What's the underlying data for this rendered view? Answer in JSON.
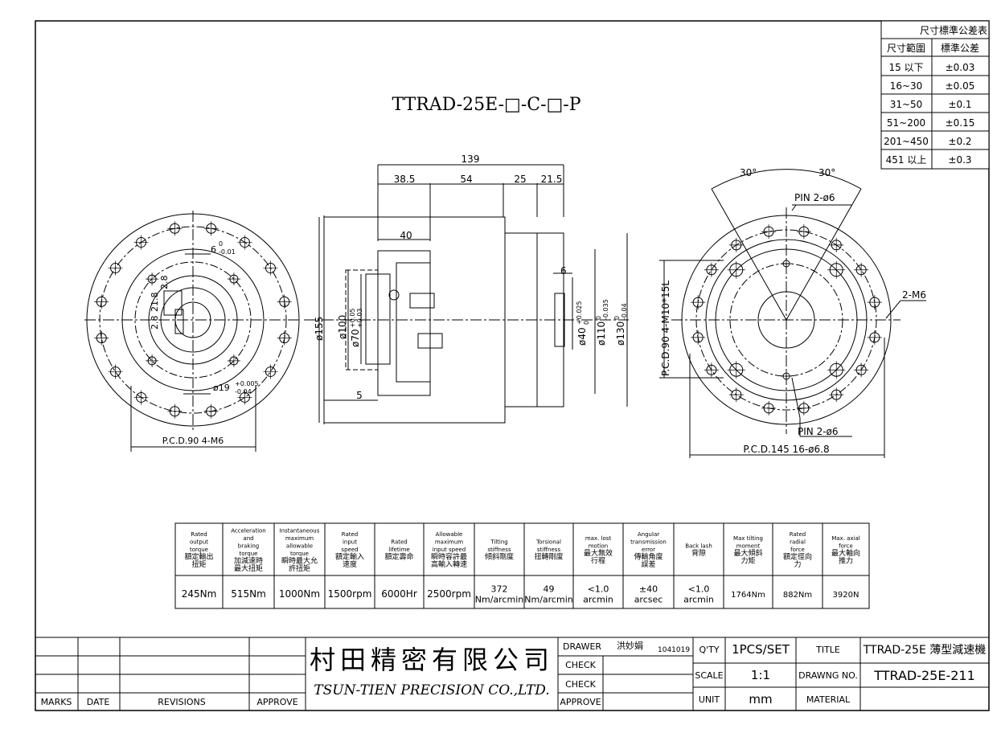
{
  "drawing_title": "TTRAD-25E-□-C-□-P",
  "tolerance_table": {
    "title": "尺寸標準公差表",
    "col1": "尺寸範圍",
    "col2": "標準公差",
    "rows": [
      {
        "range": "15 以下",
        "tol": "±0.03"
      },
      {
        "range": "16~30",
        "tol": "±0.05"
      },
      {
        "range": "31~50",
        "tol": "±0.1"
      },
      {
        "range": "51~200",
        "tol": "±0.15"
      },
      {
        "range": "201~450",
        "tol": "±0.2"
      },
      {
        "range": "451 以上",
        "tol": "±0.3"
      }
    ]
  },
  "dims": {
    "total_len": "139",
    "d385": "38.5",
    "d54": "54",
    "d25": "25",
    "d215": "21.5",
    "d40": "40",
    "d6b": "6",
    "d5": "5",
    "phi155": "ø155",
    "phi100": "ø100",
    "phi70": "ø70",
    "phi70_tol_up": "+0.05",
    "phi70_tol_dn": "+0.03",
    "phi40": "ø40",
    "phi40_tol_up": "+0.025",
    "phi40_tol_dn": "0",
    "phi110": "ø110",
    "phi110_tol_up": "0",
    "phi110_tol_dn": "-0.035",
    "phi130": "ø130",
    "phi130_tol_up": "0",
    "phi130_tol_dn": "-0.04",
    "key6": "6",
    "key6_tol_up": "0",
    "key6_tol_dn": "-0.01",
    "d28a": "2.8",
    "d28b": "2.8",
    "d28c": "21.8",
    "phi19": "ø19",
    "phi19_tol_up": "+0.005",
    "phi19_tol_dn": "-0.04",
    "pcd90_left": "P.C.D.90  4-M6",
    "angle1": "30°",
    "angle2": "30°",
    "pin_top": "PIN 2-ø6",
    "pin_bot": "PIN 2-ø6",
    "m6_right": "2-M6",
    "pcd90_right": "P.C.D.90  4-M10*15L",
    "pcd145": "P.C.D.145  16-ø6.8"
  },
  "spec_table": {
    "headers": [
      [
        "Rated",
        "output",
        "torque",
        "額定輸出",
        "扭矩"
      ],
      [
        "Acceleration",
        "and",
        "braking",
        "torque",
        "加減速時",
        "最大扭矩"
      ],
      [
        "Instantaneous",
        "maximum",
        "allowable",
        "torque",
        "瞬時最大允",
        "許扭矩"
      ],
      [
        "Rated",
        "input",
        "speed",
        "額定輸入",
        "速度"
      ],
      [
        "Rated",
        "lifetime",
        "額定壽命"
      ],
      [
        "Allowable",
        "maximum",
        "input speed",
        "瞬時容許最",
        "高輸入轉速"
      ],
      [
        "Tilting",
        "stiffness",
        "傾斜剛度"
      ],
      [
        "Torsional",
        "stiffness",
        "扭轉剛度"
      ],
      [
        "max. lost",
        "motion",
        "最大無效",
        "行程"
      ],
      [
        "Angular",
        "transmission",
        "error",
        "傳輸角度",
        "誤差"
      ],
      [
        "Back lash",
        "背隙"
      ],
      [
        "Max tilting",
        "moment",
        "最大傾斜",
        "力矩"
      ],
      [
        "Rated",
        "radial",
        "force",
        "額定徑向",
        "力"
      ],
      [
        "Max. axial",
        "force",
        "最大軸向",
        "推力"
      ]
    ],
    "values": [
      [
        "245Nm"
      ],
      [
        "515Nm"
      ],
      [
        "1000Nm"
      ],
      [
        "1500rpm"
      ],
      [
        "6000Hr"
      ],
      [
        "2500rpm"
      ],
      [
        "372",
        "Nm/arcmin"
      ],
      [
        "49",
        "Nm/arcmin"
      ],
      [
        "<1.0",
        "arcmin"
      ],
      [
        "±40",
        "arcsec"
      ],
      [
        "<1.0",
        "arcmin"
      ],
      [
        "1764Nm"
      ],
      [
        "882Nm"
      ],
      [
        "3920N"
      ]
    ]
  },
  "title_block": {
    "marks": "MARKS",
    "date": "DATE",
    "revisions": "REVISIONS",
    "approve": "APPROVE",
    "company_cn": "村田精密有限公司",
    "company_en": "TSUN-TIEN PRECISION CO.,LTD.",
    "drawer_label": "DRAWER",
    "drawer_name": "洪妙娟",
    "drawer_date": "1041019",
    "check1": "CHECK",
    "check2": "CHECK",
    "approve2": "APPROVE",
    "qty_label": "Q'TY",
    "qty": "1PCS/SET",
    "title_label": "TITLE",
    "title": "TTRAD-25E 薄型減速機",
    "scale_label": "SCALE",
    "scale": "1:1",
    "dwg_label": "DRAWNG NO.",
    "dwg": "TTRAD-25E-211",
    "unit_label": "UNIT",
    "unit": "mm",
    "material_label": "MATERIAL",
    "material": ""
  }
}
